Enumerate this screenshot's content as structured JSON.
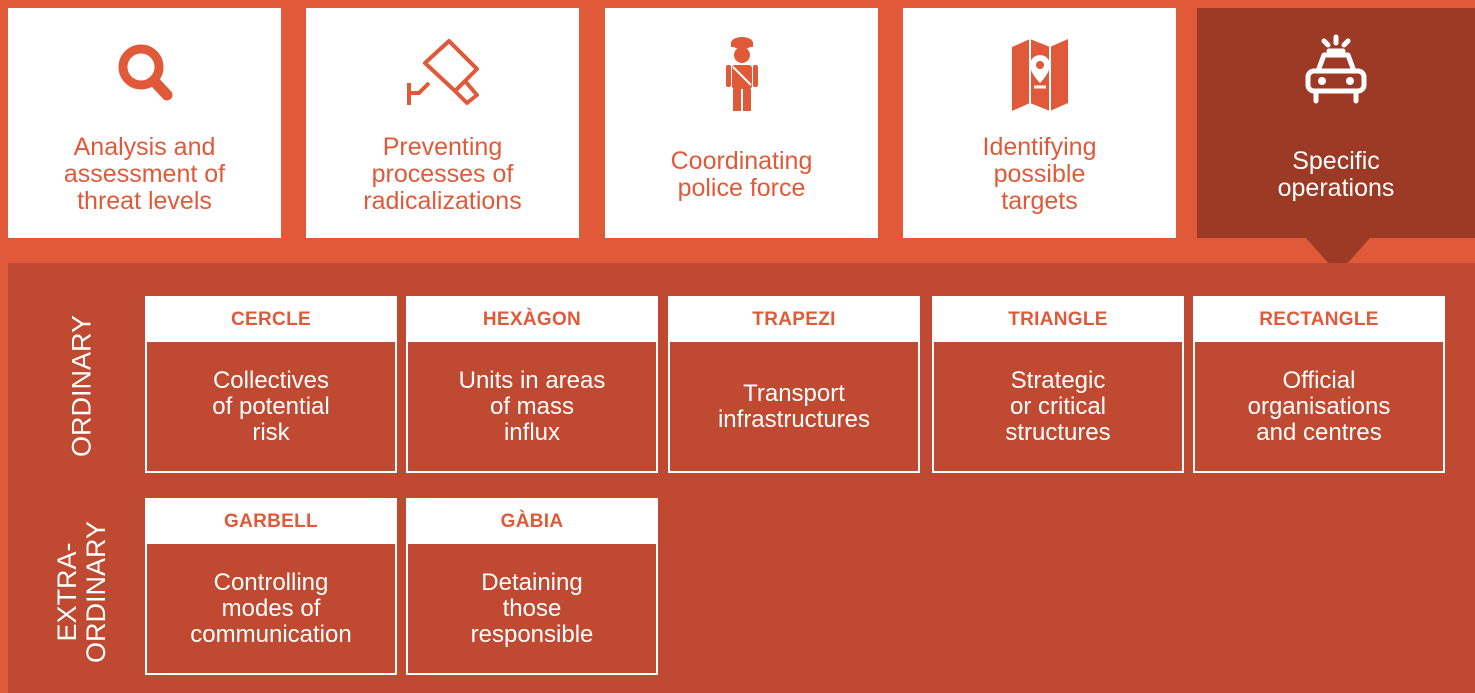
{
  "colors": {
    "accent": "#e05a3a",
    "dark": "#9c3a26",
    "panel": "#c04a31",
    "white": "#ffffff"
  },
  "top_cards": [
    {
      "label": "Analysis and\nassessment of\nthreat levels",
      "icon": "magnifier-icon"
    },
    {
      "label": "Preventing\nprocesses of\nradicalizations",
      "icon": "surveillance-camera-icon"
    },
    {
      "label": "Coordinating\npolice force",
      "icon": "police-officer-icon"
    },
    {
      "label": "Identifying\npossible\ntargets",
      "icon": "map-pin-icon"
    },
    {
      "label": "Specific\noperations",
      "icon": "police-car-icon",
      "active": true
    }
  ],
  "rows": {
    "ordinary": "ORDINARY",
    "extraordinary": "EXTRA-\nORDINARY"
  },
  "ordinary_ops": [
    {
      "title": "CERCLE",
      "desc": "Collectives\nof potential\nrisk"
    },
    {
      "title": "HEXÀGON",
      "desc": "Units in areas\nof mass\ninflux"
    },
    {
      "title": "TRAPEZI",
      "desc": "Transport\ninfrastructures"
    },
    {
      "title": "TRIANGLE",
      "desc": "Strategic\nor critical\nstructures"
    },
    {
      "title": "RECTANGLE",
      "desc": "Official\norganisations\nand centres"
    }
  ],
  "extraordinary_ops": [
    {
      "title": "GARBELL",
      "desc": "Controlling\nmodes of\ncommunication"
    },
    {
      "title": "GÀBIA",
      "desc": "Detaining\nthose\nresponsible"
    }
  ]
}
